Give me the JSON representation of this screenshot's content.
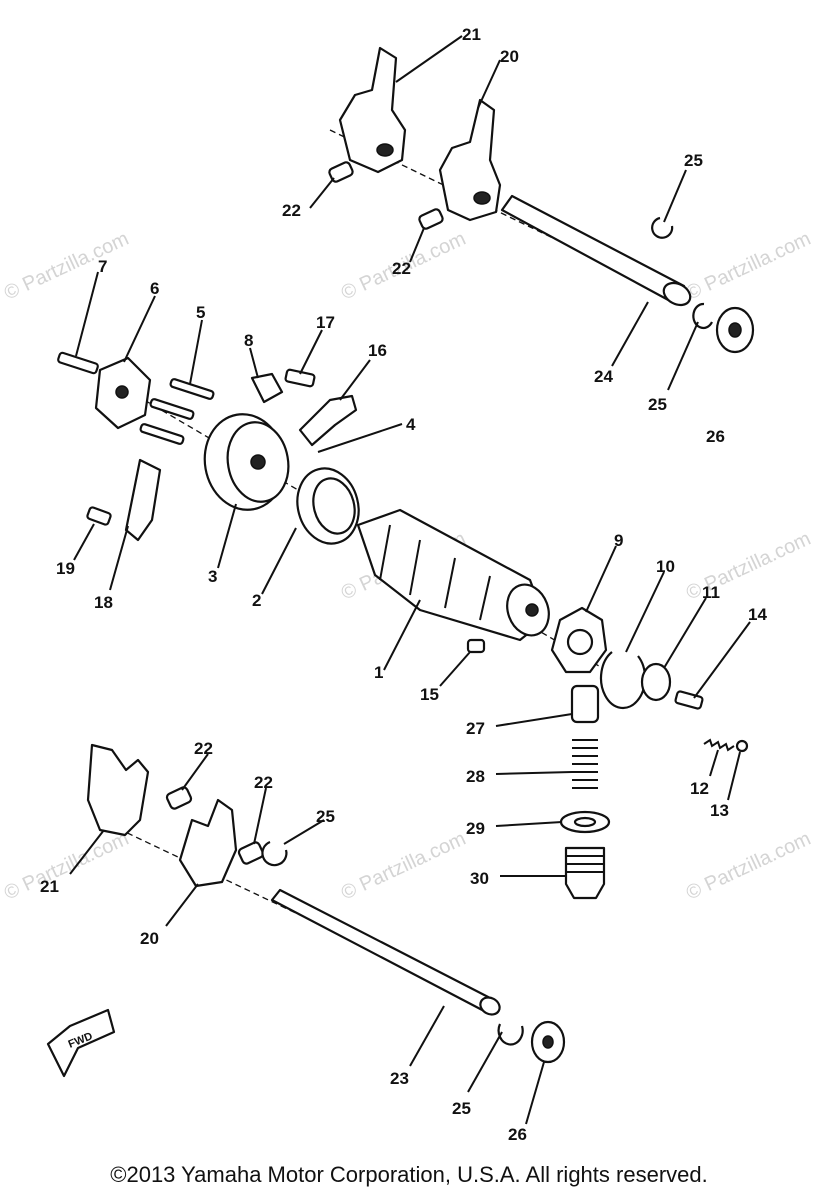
{
  "watermark": "© Partzilla.com",
  "fwd_label": "FWD",
  "copyright": "©2013 Yamaha Motor Corporation, U.S.A. All rights reserved.",
  "callouts": [
    {
      "id": "c21a",
      "text": "21"
    },
    {
      "id": "c20a",
      "text": "20"
    },
    {
      "id": "c22a",
      "text": "22"
    },
    {
      "id": "c22b",
      "text": "22"
    },
    {
      "id": "c25a",
      "text": "25"
    },
    {
      "id": "c24",
      "text": "24"
    },
    {
      "id": "c25b",
      "text": "25"
    },
    {
      "id": "c26a",
      "text": "26"
    },
    {
      "id": "c7",
      "text": "7"
    },
    {
      "id": "c6",
      "text": "6"
    },
    {
      "id": "c5",
      "text": "5"
    },
    {
      "id": "c8",
      "text": "8"
    },
    {
      "id": "c17",
      "text": "17"
    },
    {
      "id": "c16",
      "text": "16"
    },
    {
      "id": "c4",
      "text": "4"
    },
    {
      "id": "c3",
      "text": "3"
    },
    {
      "id": "c2",
      "text": "2"
    },
    {
      "id": "c18",
      "text": "18"
    },
    {
      "id": "c19",
      "text": "19"
    },
    {
      "id": "c1",
      "text": "1"
    },
    {
      "id": "c9",
      "text": "9"
    },
    {
      "id": "c10",
      "text": "10"
    },
    {
      "id": "c11",
      "text": "11"
    },
    {
      "id": "c14",
      "text": "14"
    },
    {
      "id": "c15",
      "text": "15"
    },
    {
      "id": "c27",
      "text": "27"
    },
    {
      "id": "c28",
      "text": "28"
    },
    {
      "id": "c29",
      "text": "29"
    },
    {
      "id": "c30",
      "text": "30"
    },
    {
      "id": "c12",
      "text": "12"
    },
    {
      "id": "c13",
      "text": "13"
    },
    {
      "id": "c22c",
      "text": "22"
    },
    {
      "id": "c22d",
      "text": "22"
    },
    {
      "id": "c25c",
      "text": "25"
    },
    {
      "id": "c21b",
      "text": "21"
    },
    {
      "id": "c20b",
      "text": "20"
    },
    {
      "id": "c23",
      "text": "23"
    },
    {
      "id": "c25d",
      "text": "25"
    },
    {
      "id": "c26b",
      "text": "26"
    }
  ]
}
